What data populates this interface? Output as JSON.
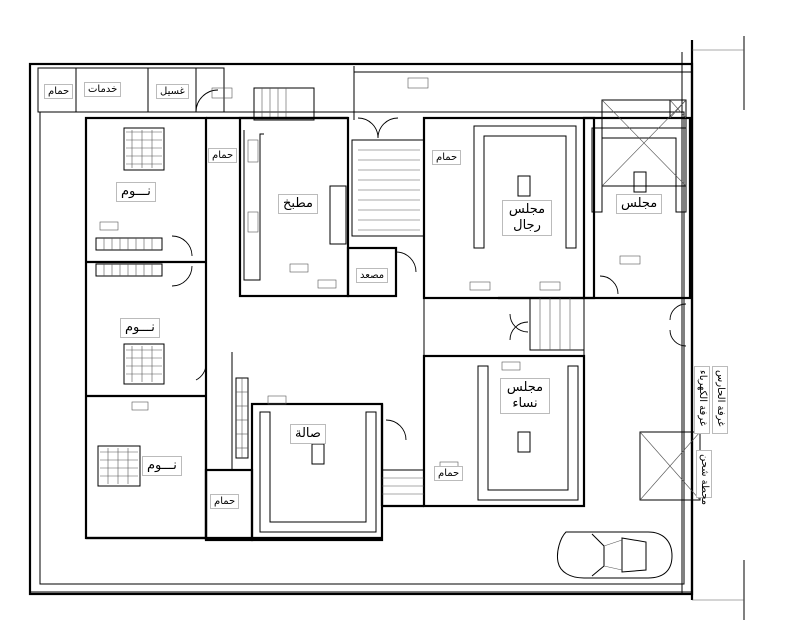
{
  "rooms": {
    "khadamat": "خدمات",
    "hammam_top": "حمام",
    "ghaseel": "غسيل",
    "noum_1": "نـــوم",
    "noum_2": "نـــوم",
    "noum_3": "نـــوم",
    "hammam_left": "حمام",
    "hammam_bottom": "حمام",
    "matbakh": "مطبخ",
    "masad": "مصعد",
    "majlis_rijal": "مجلس رجال",
    "majlis": "مجلس",
    "hammam_right": "حمام",
    "hammam_center": "حمام",
    "majlis_nisa": "مجلس نساء",
    "sala": "صالة",
    "ghurfat_kahraba": "غرفة الكهرباء",
    "ghurfat_haris": "غرفة الحارس",
    "mahtat_shahn": "محطة شحن"
  }
}
